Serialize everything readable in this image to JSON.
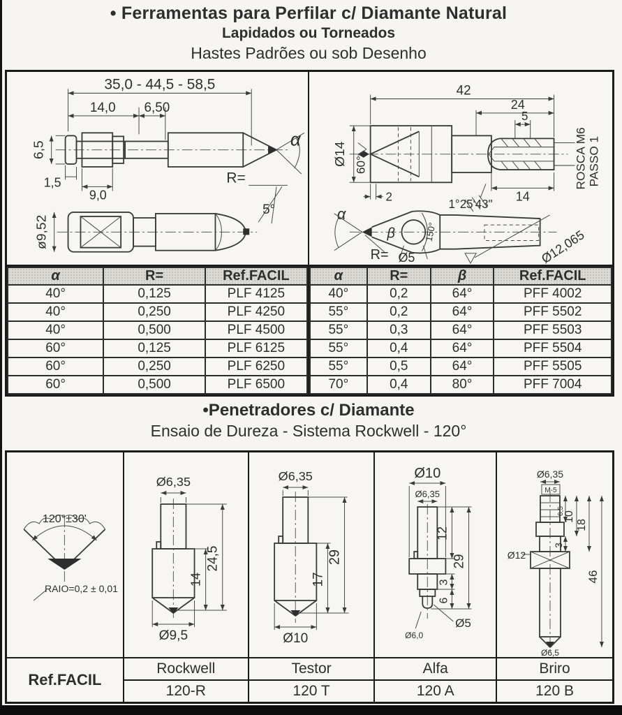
{
  "colors": {
    "paper": "#f6f5f1",
    "ink": "#2e2e2e",
    "border": "#1b1b1b",
    "header_bg": "#dcdad4"
  },
  "titles": {
    "line1": "• Ferramentas para Perfilar c/ Diamante Natural",
    "line2": "Lapidados ou Torneados",
    "line3": "Hastes Padrões ou sob Desenho"
  },
  "section2": {
    "line1": "•Penetradores c/ Diamante",
    "line2": "Ensaio de Dureza  -  Sistema Rockwell - 120°"
  },
  "tables": {
    "plf": {
      "headers": [
        "α",
        "R=",
        "Ref.FACIL"
      ],
      "rows": [
        [
          "40°",
          "0,125",
          "PLF 4125"
        ],
        [
          "40°",
          "0,250",
          "PLF 4250"
        ],
        [
          "40°",
          "0,500",
          "PLF 4500"
        ],
        [
          "60°",
          "0,125",
          "PLF 6125"
        ],
        [
          "60°",
          "0,250",
          "PLF 6250"
        ],
        [
          "60°",
          "0,500",
          "PLF 6500"
        ]
      ]
    },
    "pff": {
      "headers": [
        "α",
        "R=",
        "β",
        "Ref.FACIL"
      ],
      "rows": [
        [
          "40°",
          "0,2",
          "64°",
          "PFF 4002"
        ],
        [
          "55°",
          "0,2",
          "64°",
          "PFF 5502"
        ],
        [
          "55°",
          "0,3",
          "64°",
          "PFF 5503"
        ],
        [
          "55°",
          "0,4",
          "64°",
          "PFF 5504"
        ],
        [
          "55°",
          "0,5",
          "64°",
          "PFF 5505"
        ],
        [
          "70°",
          "0,4",
          "80°",
          "PFF 7004"
        ]
      ]
    },
    "penetradores": {
      "ref_label": "Ref.FACIL",
      "columns": [
        {
          "name": "Rockwell",
          "code": "120-R"
        },
        {
          "name": "Testor",
          "code": "120 T"
        },
        {
          "name": "Alfa",
          "code": "120 A"
        },
        {
          "name": "Briro",
          "code": "120 B"
        }
      ]
    }
  },
  "drawings": {
    "left": {
      "overall": "35,0 - 44,5 - 58,5",
      "d14": "14,0",
      "d650": "6,50",
      "d65": "6,5",
      "d15": "1,5",
      "d90": "9,0",
      "alpha": "α",
      "r_eq": "R=",
      "deg5": "5°",
      "d952": "ø9,52"
    },
    "right": {
      "d42": "42",
      "d24": "24",
      "d5": "5",
      "d14dia": "Ø14",
      "deg60": "60°",
      "d2": "2",
      "ang": "1°25'43\"",
      "d14b": "14",
      "rosca1": "ROSCA M6",
      "rosca2": "PASSO 1",
      "alpha": "α",
      "beta": "β",
      "r_eq": "R=",
      "deg150": "150°",
      "d5dia": "Ø5",
      "d12065": "Ø12,065"
    },
    "cone": {
      "angle": "120°±30'",
      "raio": "RAIO=0,2 ± 0,01"
    },
    "rockwell": {
      "dia_top": "Ø6,35",
      "h_body": "14",
      "h_total": "24,5",
      "dia_bottom": "Ø9,5"
    },
    "testor": {
      "dia_top": "Ø6,35",
      "h_body": "17",
      "h_total": "29",
      "dia_bottom": "Ø10"
    },
    "alfa": {
      "dia_flange": "Ø10",
      "dia_stem": "Ø6,35",
      "h_stem": "12",
      "h_total": "29",
      "h_mid": "3",
      "h_tip": "6",
      "dia_tip": "Ø5",
      "dia_step": "Ø6,0"
    },
    "briro": {
      "dia_stem": "Ø6,35",
      "thread": "M-5",
      "h_thread": "6,5",
      "h_10": "10",
      "h_18": "18",
      "h_3": "3",
      "dia_flange": "Ø12",
      "h_total": "46",
      "dia_shaft": "Ø6,5"
    }
  }
}
